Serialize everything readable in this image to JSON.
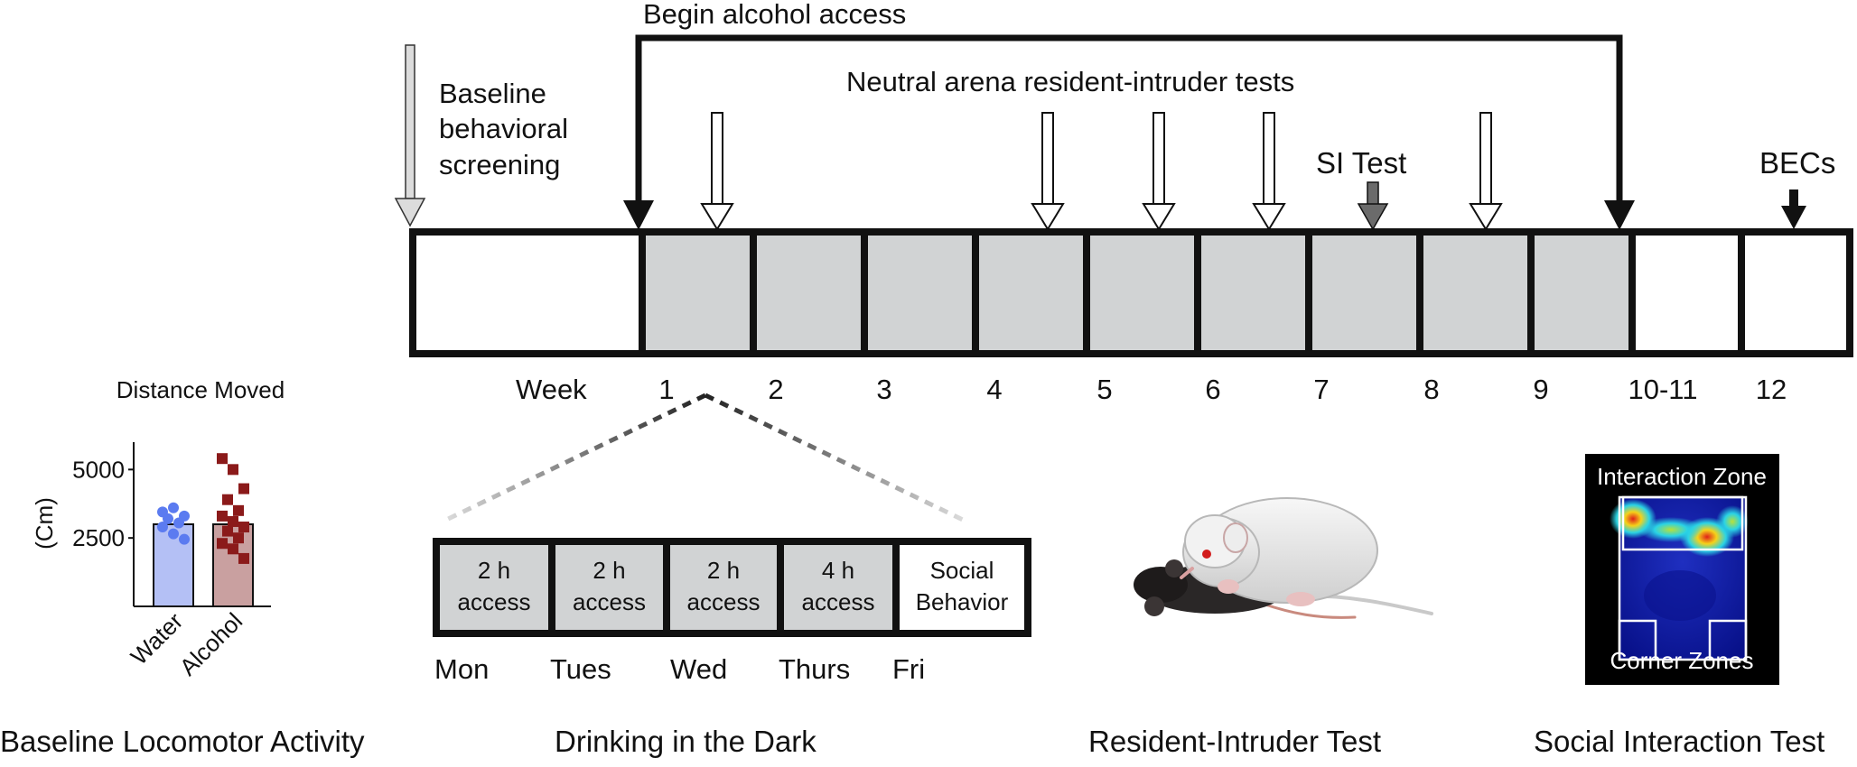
{
  "timeline": {
    "begin_alcohol": "Begin alcohol access",
    "baseline": [
      "Baseline",
      "behavioral",
      "screening"
    ],
    "neutral_arena": "Neutral arena resident-intruder tests",
    "si_test": "SI Test",
    "becs": "BECs",
    "week_label": "Week",
    "weeks": [
      "1",
      "2",
      "3",
      "4",
      "5",
      "6",
      "7",
      "8",
      "9",
      "10-11",
      "12"
    ]
  },
  "dark_drinking": {
    "days": [
      {
        "lines": [
          "2 h",
          "access"
        ],
        "day": "Mon"
      },
      {
        "lines": [
          "2 h",
          "access"
        ],
        "day": "Tues"
      },
      {
        "lines": [
          "2 h",
          "access"
        ],
        "day": "Wed"
      },
      {
        "lines": [
          "4 h",
          "access"
        ],
        "day": "Thurs"
      },
      {
        "lines": [
          "Social",
          "Behavior"
        ],
        "day": "Fri"
      }
    ],
    "caption": "Drinking in the Dark"
  },
  "resident_intruder": {
    "caption": "Resident-Intruder Test"
  },
  "social_interaction": {
    "zone_top": "Interaction Zone",
    "zone_bottom": "Corner Zones",
    "caption": "Social Interaction Test"
  },
  "locomotor": {
    "caption": "Baseline Locomotor Activity"
  },
  "chart_data": {
    "type": "bar",
    "title": "Distance Moved",
    "ylabel": "(Cm)",
    "ylim": [
      0,
      6000
    ],
    "yticks": [
      "5000",
      "2500"
    ],
    "categories": [
      "Water",
      "Alcohol"
    ],
    "values": [
      3000,
      3000
    ],
    "colors": [
      "#5b7bf0",
      "#8b1a1a"
    ],
    "points": {
      "Water": [
        3450,
        3600,
        3300,
        3200,
        3050,
        2900,
        2650,
        2450
      ],
      "Alcohol": [
        5400,
        5000,
        4300,
        3900,
        3500,
        3300,
        3100,
        2900,
        2750,
        2500,
        2300,
        2100,
        1750
      ]
    }
  }
}
